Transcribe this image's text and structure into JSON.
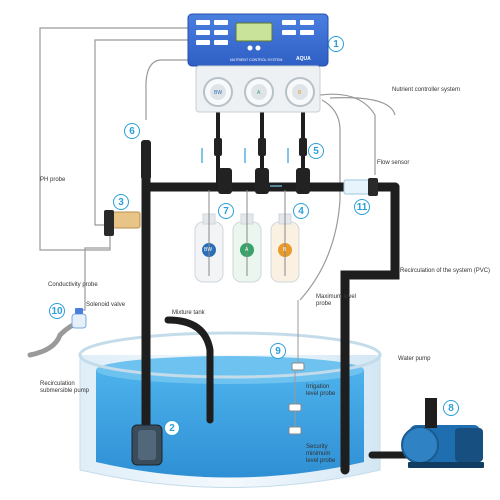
{
  "controller": {
    "title": "NUTRIENT CONTROL SYSTEM",
    "brand": "AQUA",
    "pump_labels": [
      "BW",
      "A",
      "B"
    ]
  },
  "labels": {
    "nutrient_controller_system": "Nutrient controller system",
    "ph_probe": "PH probe",
    "flow_sensor": "Flow sensor",
    "conductivity_probe": "Conductivity probe",
    "solenoid_valve": "Solenoid valve",
    "mixture_tank": "Mixture tank",
    "maximum_level_probe": "Maximum level probe",
    "recirculation_pvc": "Recirculation of the system (PVC)",
    "recirculation_pump": "Recirculation submersible pump",
    "water_pump": "Water pump",
    "irrigation_level_probe": "Irrigation level probe",
    "security_minimum_level_probe": "Security minimum level probe"
  },
  "bottles": [
    "BW",
    "A",
    "B"
  ],
  "badges": [
    "1",
    "2",
    "3",
    "4",
    "5",
    "6",
    "7",
    "8",
    "9",
    "10",
    "11"
  ],
  "colors": {
    "accent": "#2a9fd8",
    "controller_body": "#3d6fd1",
    "pipe": "#1e1e1e",
    "water": "#3ba3e3",
    "tank_wall": "#d7eaf5",
    "bottle_bw": "#2c6fb6",
    "bottle_a": "#38a26a",
    "bottle_b": "#e89a2b"
  }
}
